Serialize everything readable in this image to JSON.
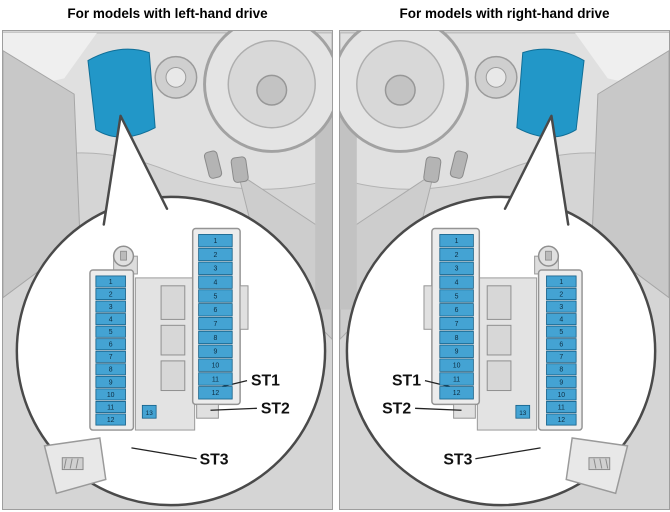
{
  "panels": [
    {
      "title": "For models with left-hand drive",
      "callout_labels": [
        "ST1",
        "ST2",
        "ST3"
      ],
      "fuse_strips": {
        "left_strip": {
          "numbers": [
            "1",
            "2",
            "3",
            "4",
            "5",
            "6",
            "7",
            "8",
            "9",
            "10",
            "11",
            "12"
          ]
        },
        "right_strip": {
          "numbers": [
            "1",
            "2",
            "3",
            "4",
            "5",
            "6",
            "7",
            "8",
            "9",
            "10",
            "11",
            "12"
          ]
        },
        "extra_fuse": "13"
      }
    },
    {
      "title": "For models with right-hand drive",
      "callout_labels": [
        "ST1",
        "ST2",
        "ST3"
      ],
      "fuse_strips": {
        "left_strip": {
          "numbers": [
            "1",
            "2",
            "3",
            "4",
            "5",
            "6",
            "7",
            "8",
            "9",
            "10",
            "11",
            "12"
          ]
        },
        "right_strip": {
          "numbers": [
            "1",
            "2",
            "3",
            "4",
            "5",
            "6",
            "7",
            "8",
            "9",
            "10",
            "11",
            "12"
          ]
        },
        "extra_fuse": "13"
      }
    }
  ],
  "colors": {
    "fuse_blue": "#44a3d3",
    "fuse_border": "#145e86",
    "trim_highlight": "#2297c8",
    "trim_border": "#0f6e97",
    "callout_stroke": "#4a4a4a",
    "label_color": "#111111",
    "number_color": "#0c2c40"
  }
}
